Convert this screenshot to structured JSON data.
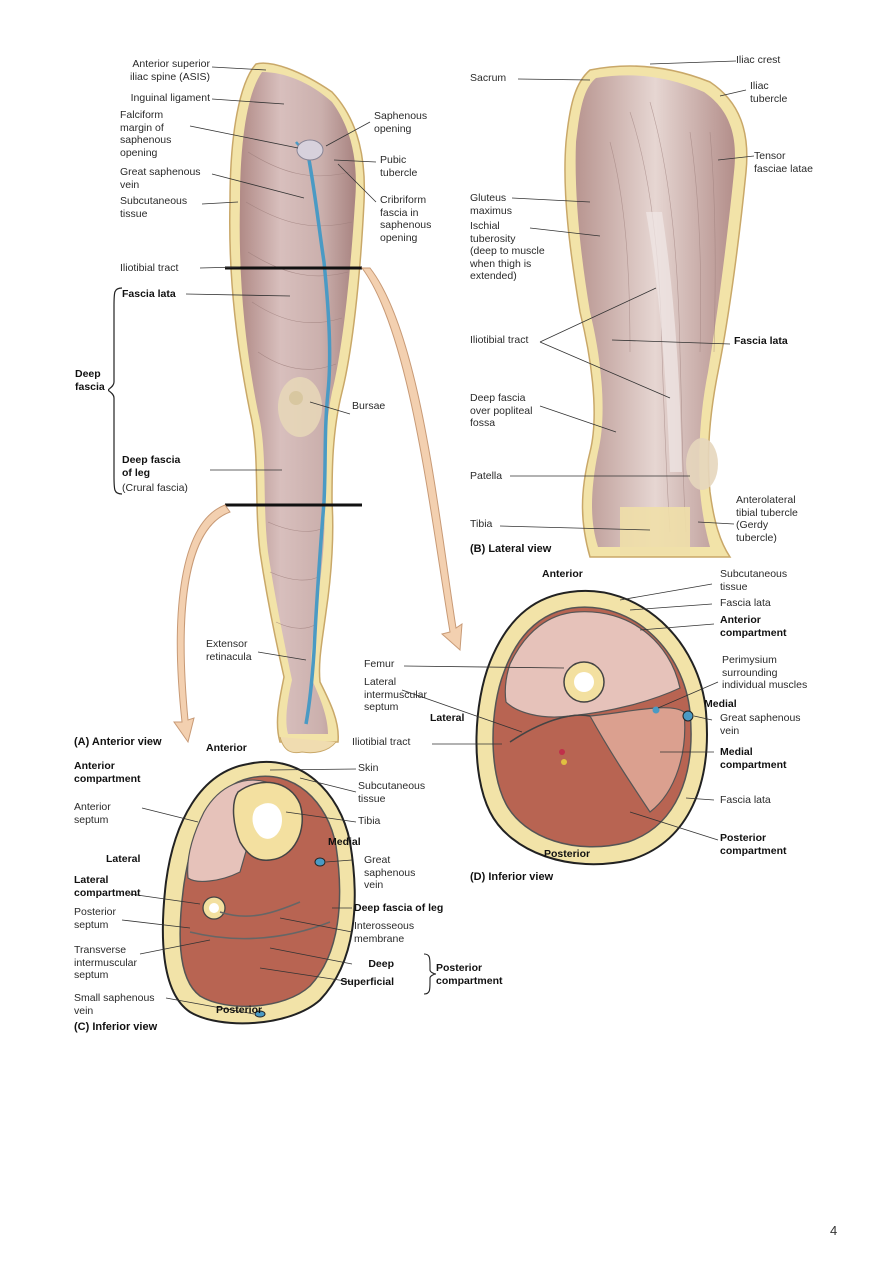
{
  "panels": {
    "a": {
      "caption": "(A) Anterior view",
      "labels": {
        "asis": "Anterior superior\niliac spine (ASIS)",
        "inguinal": "Inguinal ligament",
        "falciform": "Falciform\nmargin of\nsaphenous\nopening",
        "gsv": "Great saphenous\nvein",
        "subcut": "Subcutaneous\ntissue",
        "saph_open": "Saphenous\nopening",
        "pubic": "Pubic\ntubercle",
        "cribriform": "Cribriform\nfascia in\nsaphenous\nopening",
        "itt": "Iliotibial tract",
        "fascia_lata": "Fascia lata",
        "deep_fascia": "Deep\nfascia",
        "bursae": "Bursae",
        "deep_leg": "Deep fascia\nof leg",
        "crural": "(Crural fascia)",
        "extensor": "Extensor\nretinacula"
      }
    },
    "b": {
      "caption": "(B) Lateral view",
      "labels": {
        "sacrum": "Sacrum",
        "iliac_crest": "Iliac crest",
        "iliac_tub": "Iliac\ntubercle",
        "tfl": "Tensor\nfasciae latae",
        "gmax": "Gluteus\nmaximus",
        "ischial": "Ischial\ntuberosity\n(deep to muscle\nwhen thigh is\nextended)",
        "itt": "Iliotibial tract",
        "fascia_lata": "Fascia lata",
        "popliteal": "Deep fascia\nover popliteal\nfossa",
        "patella": "Patella",
        "tibia": "Tibia",
        "gerdy": "Anterolateral\ntibial tubercle\n(Gerdy\ntubercle)"
      }
    },
    "c": {
      "caption": "(C) Inferior view",
      "labels": {
        "anterior": "Anterior",
        "posterior": "Posterior",
        "lateral": "Lateral",
        "medial": "Medial",
        "ant_comp": "Anterior\ncompartment",
        "ant_sept": "Anterior\nseptum",
        "lat_comp": "Lateral\ncompartment",
        "post_sept": "Posterior\nseptum",
        "trans": "Transverse\nintermuscular\nseptum",
        "ssv": "Small saphenous\nvein",
        "skin": "Skin",
        "subcut": "Subcutaneous\ntissue",
        "tibia": "Tibia",
        "gsv": "Great\nsaphenous\nvein",
        "deep_leg": "Deep fascia of leg",
        "interosseous": "Interosseous\nmembrane",
        "deep": "Deep",
        "superficial": "Superficial",
        "post_comp": "Posterior\ncompartment"
      }
    },
    "d": {
      "caption": "(D) Inferior view",
      "labels": {
        "anterior": "Anterior",
        "posterior": "Posterior",
        "lateral": "Lateral",
        "medial": "Medial",
        "subcut": "Subcutaneous\ntissue",
        "fascia_lata_top": "Fascia lata",
        "ant_comp": "Anterior\ncompartment",
        "femur": "Femur",
        "lat_sept": "Lateral\nintermuscular\nseptum",
        "perimysium": "Perimysium\nsurrounding\nindividual muscles",
        "itt": "Iliotibial tract",
        "gsv": "Great saphenous\nvein",
        "med_comp": "Medial\ncompartment",
        "fascia_lata_bot": "Fascia lata",
        "post_comp": "Posterior\ncompartment"
      }
    }
  },
  "page_number": "4",
  "colors": {
    "skin_tan": "#f2e3a8",
    "muscle_light": "#e6c2ba",
    "muscle_dark": "#b86452",
    "fascia_line": "#5b5a6a",
    "vein_blue": "#4a9ac4",
    "arrow_fill": "#f3d0b0"
  }
}
